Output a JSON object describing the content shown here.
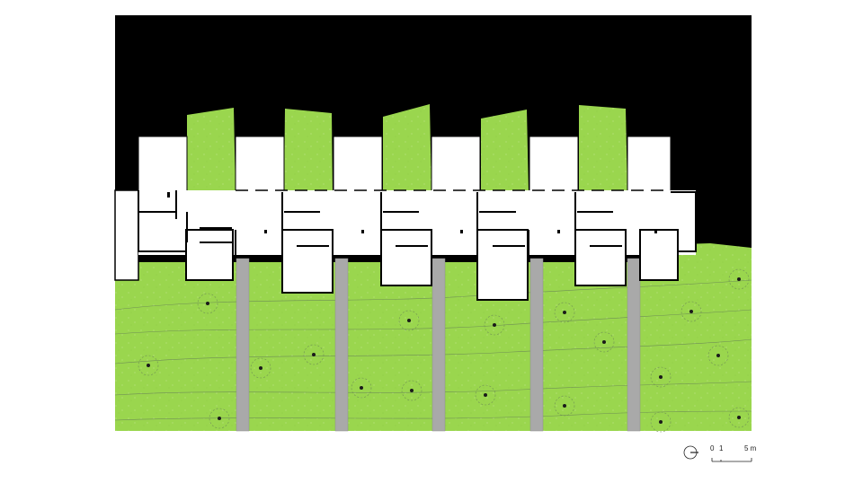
{
  "scale_bar": {
    "labels": [
      "0",
      "1",
      "5 m"
    ]
  },
  "colors": {
    "background": "#ffffff",
    "black_area": "#000000",
    "lawn": "#9ad64e",
    "building_fill": "#ffffff",
    "walls": "#000000",
    "path": "#a9a9a9",
    "contour": "#6f8f55",
    "tree_dot": "#1a1a1a"
  },
  "icons": {
    "north_arrow": "north-arrow-icon",
    "tree": "tree-symbol-icon"
  }
}
